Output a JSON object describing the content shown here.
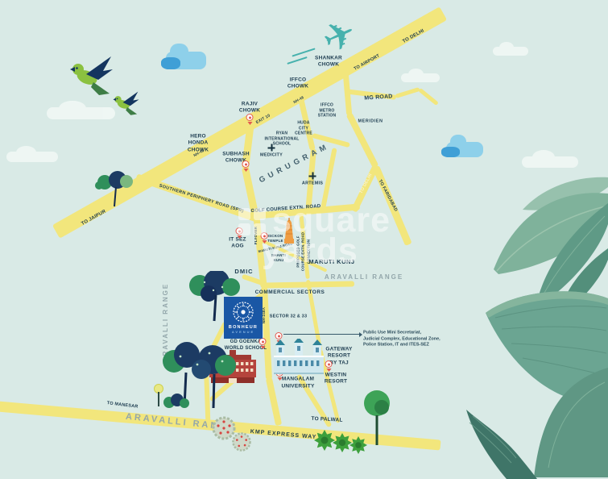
{
  "colors": {
    "background": "#d9eae6",
    "road_yellow": "#f2e67c",
    "label_navy": "#1d3c50",
    "muted_gray": "#93a7ab",
    "pin_red": "#e25a50",
    "logo_blue": "#1a57a5",
    "temple_orange": "#ef9d43",
    "plane_teal": "#46b1ad",
    "leaf_green": "#6ba592"
  },
  "watermark": {
    "word1": "square",
    "word2": "yards"
  },
  "logo": {
    "line1": "BONHEUR",
    "line2": "AVENUE"
  },
  "roads": {
    "to_delhi_ne": "TO DELHI",
    "to_airport": "TO AIRPORT",
    "nh48_upper": "NH-48",
    "exit_10": "EXIT 10",
    "nh48_lower": "NH-48",
    "to_jaipur": "TO JAIPUR",
    "spr": "SOUTHERN PERIPHERY ROAD (SPR)",
    "golf_course": "GOLF COURSE EXTN. ROAD",
    "to_delhi_junction": "TO DELHI",
    "to_faridabad": "TO FARIDABAD",
    "mg_road": "MG ROAD",
    "flyover": "FLYOVER",
    "nh_248a": "NH-248A",
    "maruti_kunj_road": "MARUTI KUNJ ROAD",
    "proposed_connection": "PROPOSED GOLF\nCOURSE EXTN. ROAD\nCONNECTION",
    "kmp": "KMP EXPRESS WAY",
    "to_manesar": "TO MANESAR",
    "to_palwal": "TO PALWAL"
  },
  "places": {
    "shankar_chowk": "SHANKAR\nCHOWK",
    "iffco_chowk": "IFFCO\nCHOWK",
    "rajiv_chowk": "RAJIV\nCHOWK",
    "hero_honda_chowk": "HERO\nHONDA\nCHOWK",
    "subhash_chowk": "SUBHASH\nCHOWK",
    "medicity": "MEDICITY",
    "artemis": "ARTEMIS",
    "gurugram": "GURUGRAM",
    "ryan_school": "RYAN\nINTERNATIONAL\nSCHOOL",
    "huda_city_centre": "HUDA\nCITY\nCENTRE",
    "iffco_metro": "IFFCO\nMETRO\nSTATION",
    "meridien": "MERIDIEN",
    "isckon_temple": "ISCKON\nTEMPLE",
    "gd_goenka": "GD GOENKA\nWORLD SCHOOL",
    "kr_mangalam": "KR\nMANGALAM\nUNIVERSITY",
    "gateway_taj": "GATEWAY\nRESORT\nBY TAJ",
    "westin": "WESTIN\nRESORT"
  },
  "regions": {
    "it_sez_aog": "IT SEZ\nAOG",
    "dmic": "DMIC",
    "maruti_kunj": "MARUTI KUNJ",
    "shanti_kunj": "SHANTI\nKUNJ",
    "aravalli_mid": "ARAVALLI RANGE",
    "aravalli_left": "ARAVALLI RANGE",
    "aravalli_bottom": "ARAVALLI RANGE",
    "commercial_sectors": "COMMERCIAL SECTORS",
    "sector_32_33": "SECTOR 32 & 33"
  },
  "annotation": {
    "text": "Public Use Mini Secretariat,\nJudicial Complex, Educational Zone,\nPolice Station, IT and ITES-SEZ"
  }
}
